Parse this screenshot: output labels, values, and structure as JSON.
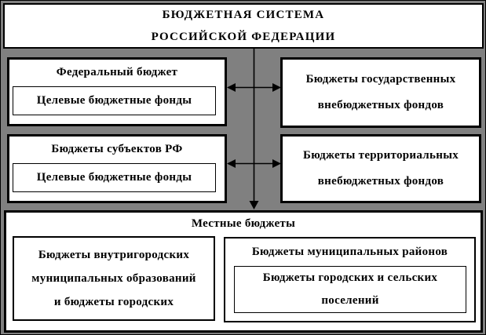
{
  "title_box": {
    "line1": "БЮДЖЕТНАЯ СИСТЕМА",
    "line2": "РОССИЙСКОЙ ФЕДЕРАЦИИ"
  },
  "federal_box": {
    "title": "Федеральный бюджет",
    "nested_label": "Целевые бюджетные фонды"
  },
  "state_funds_box": {
    "line1": "Бюджеты государственных",
    "line2": "внебюджетных фондов"
  },
  "subjects_box": {
    "title": "Бюджеты субъектов РФ",
    "nested_label": "Целевые бюджетные фонды"
  },
  "territorial_funds_box": {
    "line1": "Бюджеты территориальных",
    "line2": "внебюджетных фондов"
  },
  "local_box": {
    "title": "Местные бюджеты"
  },
  "intracity_box": {
    "line1": "Бюджеты внутригородских",
    "line2": "муниципальных образований",
    "line3": "и бюджеты городских"
  },
  "municipal_districts_box": {
    "title": "Бюджеты муниципальных районов",
    "nested_line1": "Бюджеты городских и сельских",
    "nested_line2": "поселений"
  },
  "colors": {
    "background": "#808080",
    "box_background": "#ffffff",
    "border": "#000000",
    "connector": "#000000"
  }
}
